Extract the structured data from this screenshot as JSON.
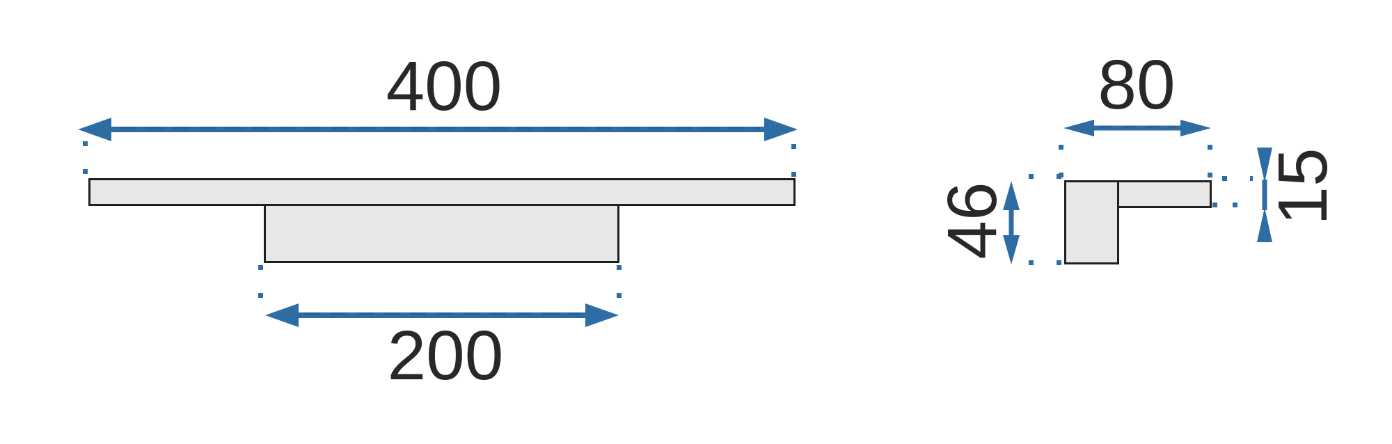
{
  "diagram": {
    "front_view": {
      "width_label": "400",
      "base_width_label": "200"
    },
    "side_view": {
      "depth_label": "80",
      "height_label": "46",
      "thickness_label": "15"
    },
    "colors": {
      "accent": "#2e6da4",
      "accent_dark": "#255a8c",
      "shape_fill": "#e7e7e7",
      "shape_stroke": "#1f1f1f",
      "label_text": "#282828",
      "background": "#ffffff"
    }
  }
}
